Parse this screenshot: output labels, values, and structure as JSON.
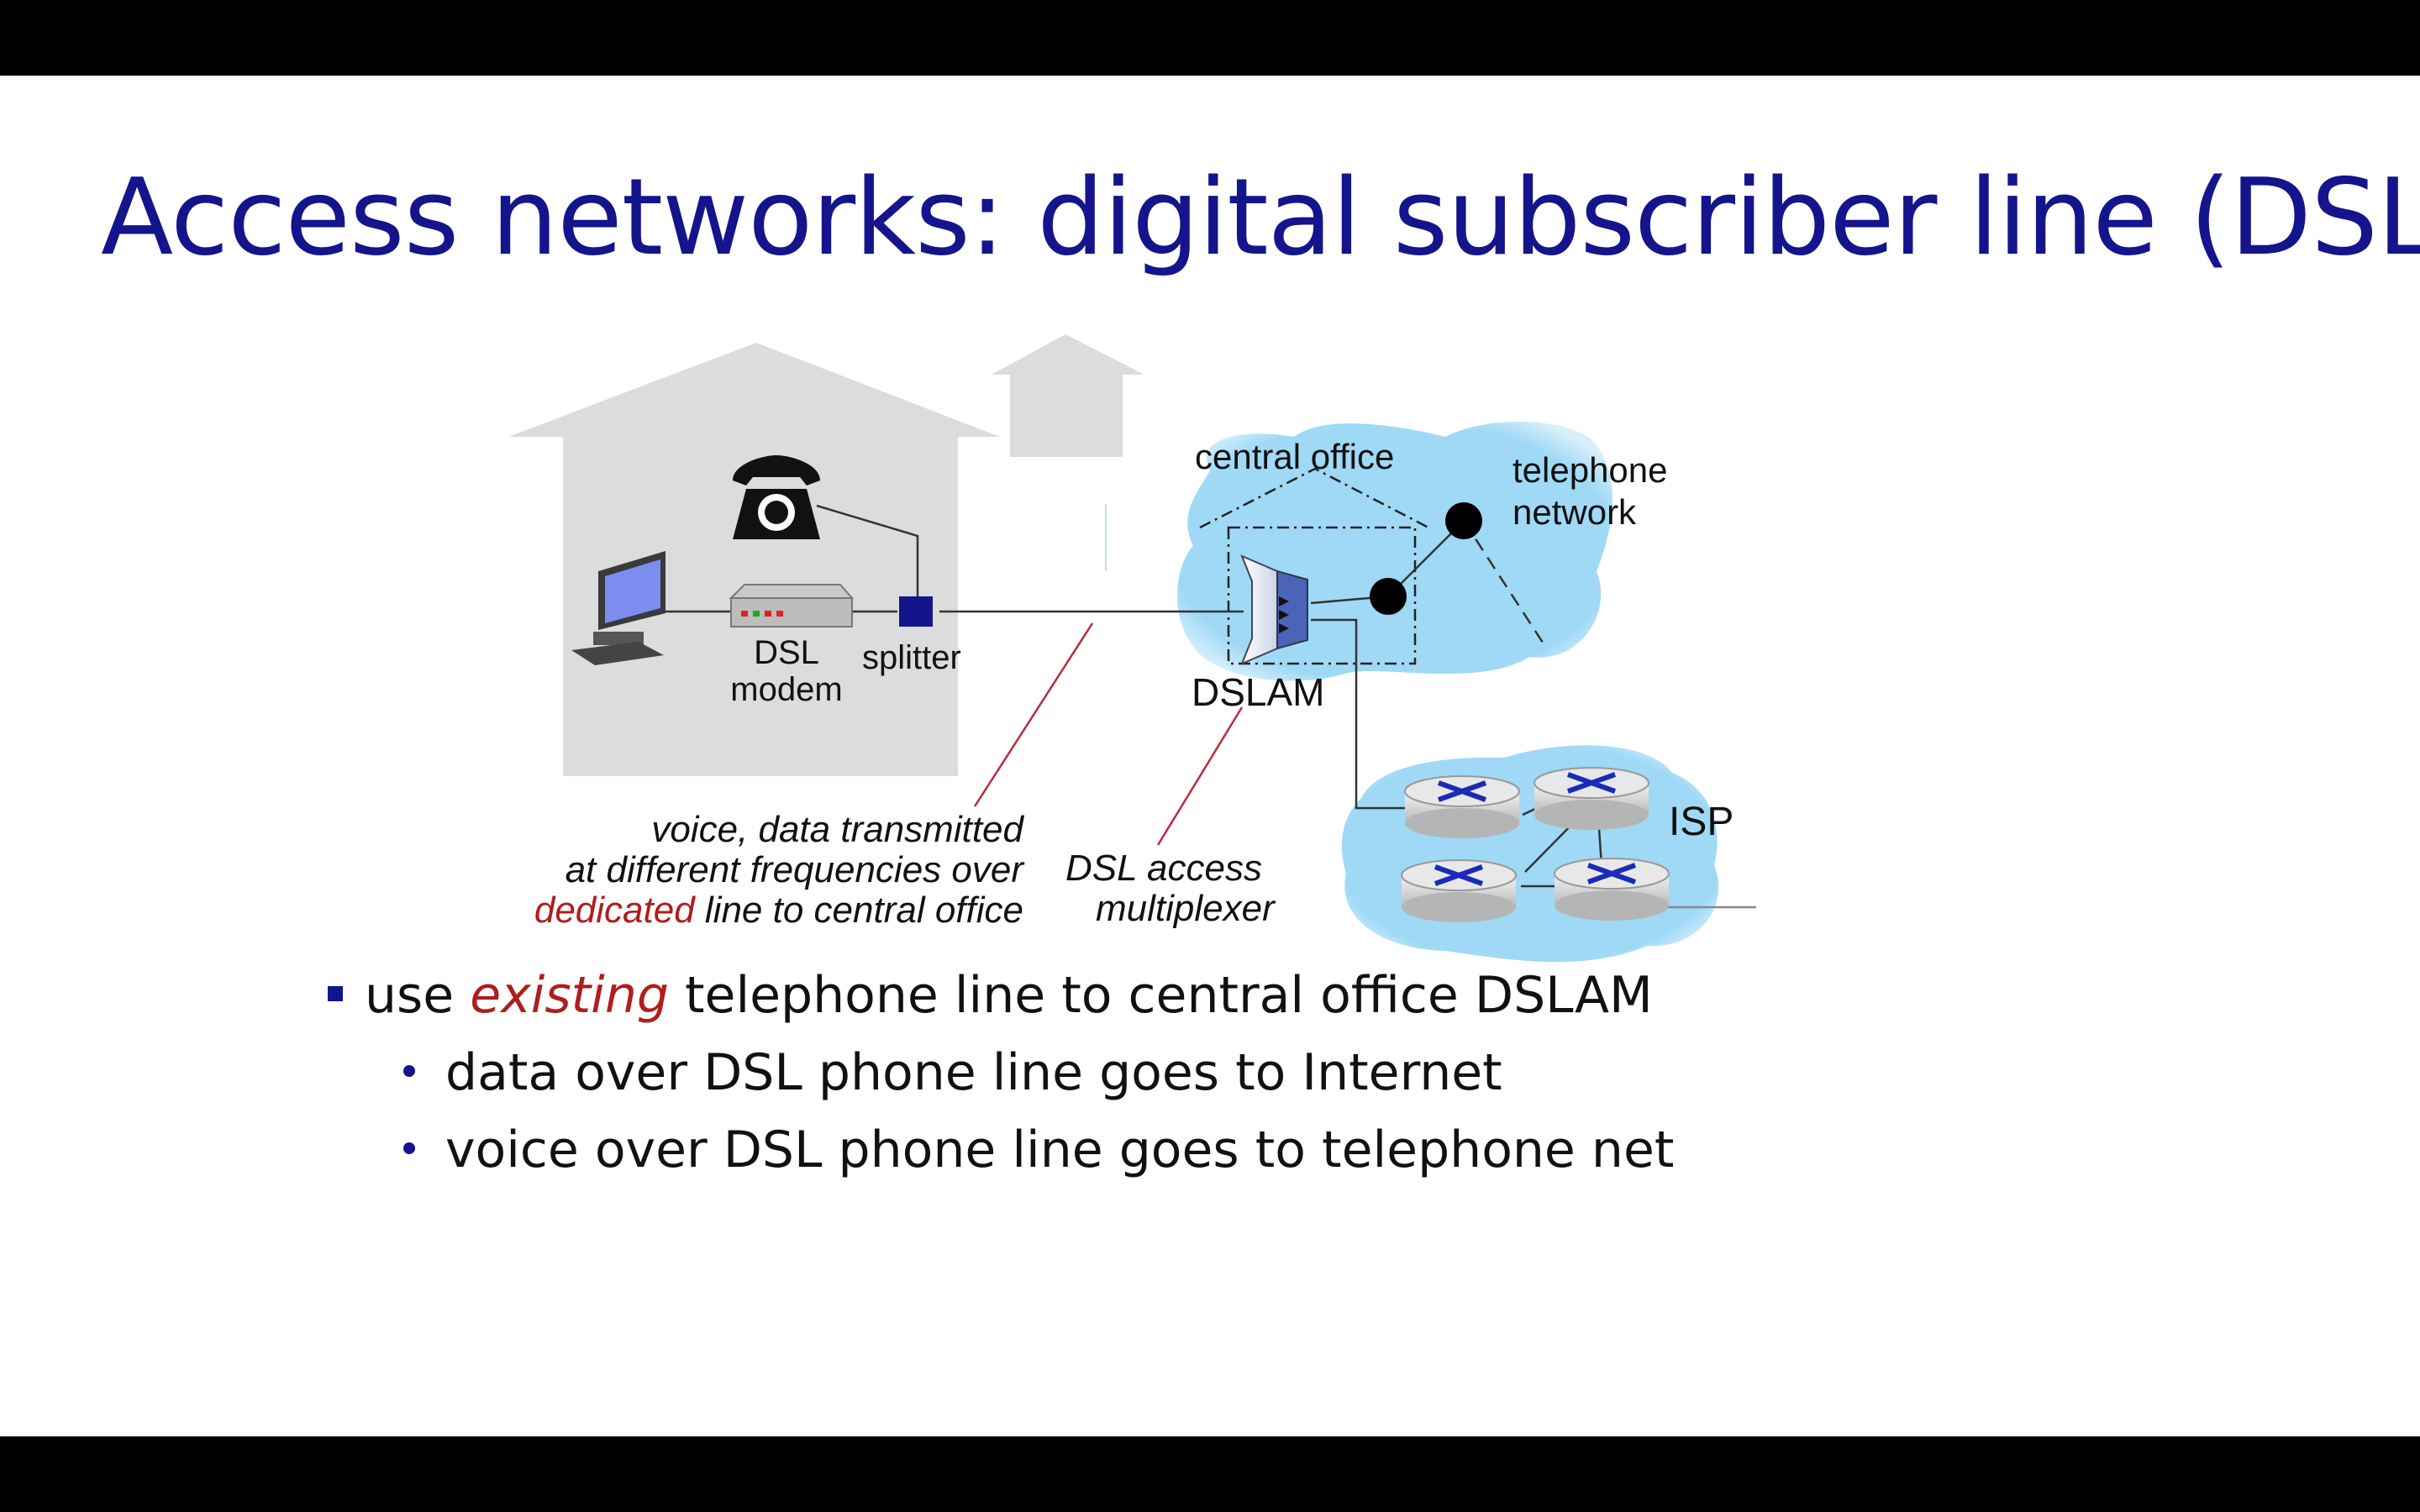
{
  "slide": {
    "title": "Access networks: digital subscriber line (DSL)"
  },
  "diagram": {
    "labels": {
      "central_office": "central office",
      "telephone_network_line1": "telephone",
      "telephone_network_line2": "network",
      "dsl_modem_line1": "DSL",
      "dsl_modem_line2": "modem",
      "splitter": "splitter",
      "dslam": "DSLAM",
      "isp": "ISP",
      "dslam_desc_line1": "DSL access",
      "dslam_desc_line2": "multiplexer",
      "voice_line1": "voice, data transmitted",
      "voice_line2": "at different frequencies over",
      "voice_line3_red": "dedicated",
      "voice_line3_rest": " line to central office"
    },
    "icons": [
      "house-icon",
      "telephone-icon",
      "computer-icon",
      "dsl-modem-icon",
      "splitter-icon",
      "dslam-icon",
      "router-icon",
      "cloud-icon"
    ],
    "colors": {
      "cloud": "#a6dcf5",
      "house": "#dcdcdc",
      "splitter": "#14148c",
      "annotation_line": "#c0283c",
      "highlight_text": "#b01d1d"
    }
  },
  "bullets": {
    "main": {
      "prefix": "use ",
      "highlight": "existing",
      "suffix": " telephone line to central office DSLAM"
    },
    "sub": [
      "data over DSL phone line goes to Internet",
      "voice over DSL phone line goes to telephone net"
    ]
  }
}
